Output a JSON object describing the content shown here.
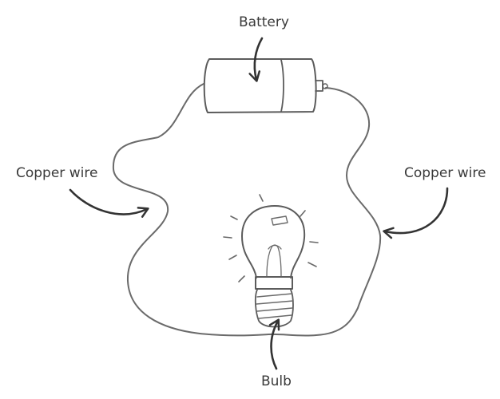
{
  "labels": {
    "battery": "Battery",
    "copper_wire_left": "Copper wire",
    "copper_wire_right": "Copper wire",
    "bulb": "Bulb"
  },
  "colors": {
    "background": "#ffffff",
    "line": "#5c5c5c",
    "arrow": "#333333",
    "text": "#3a3a3a"
  },
  "icons": {
    "battery": "battery-icon",
    "bulb": "light-bulb-icon",
    "arrow": "curved-arrow-icon"
  }
}
